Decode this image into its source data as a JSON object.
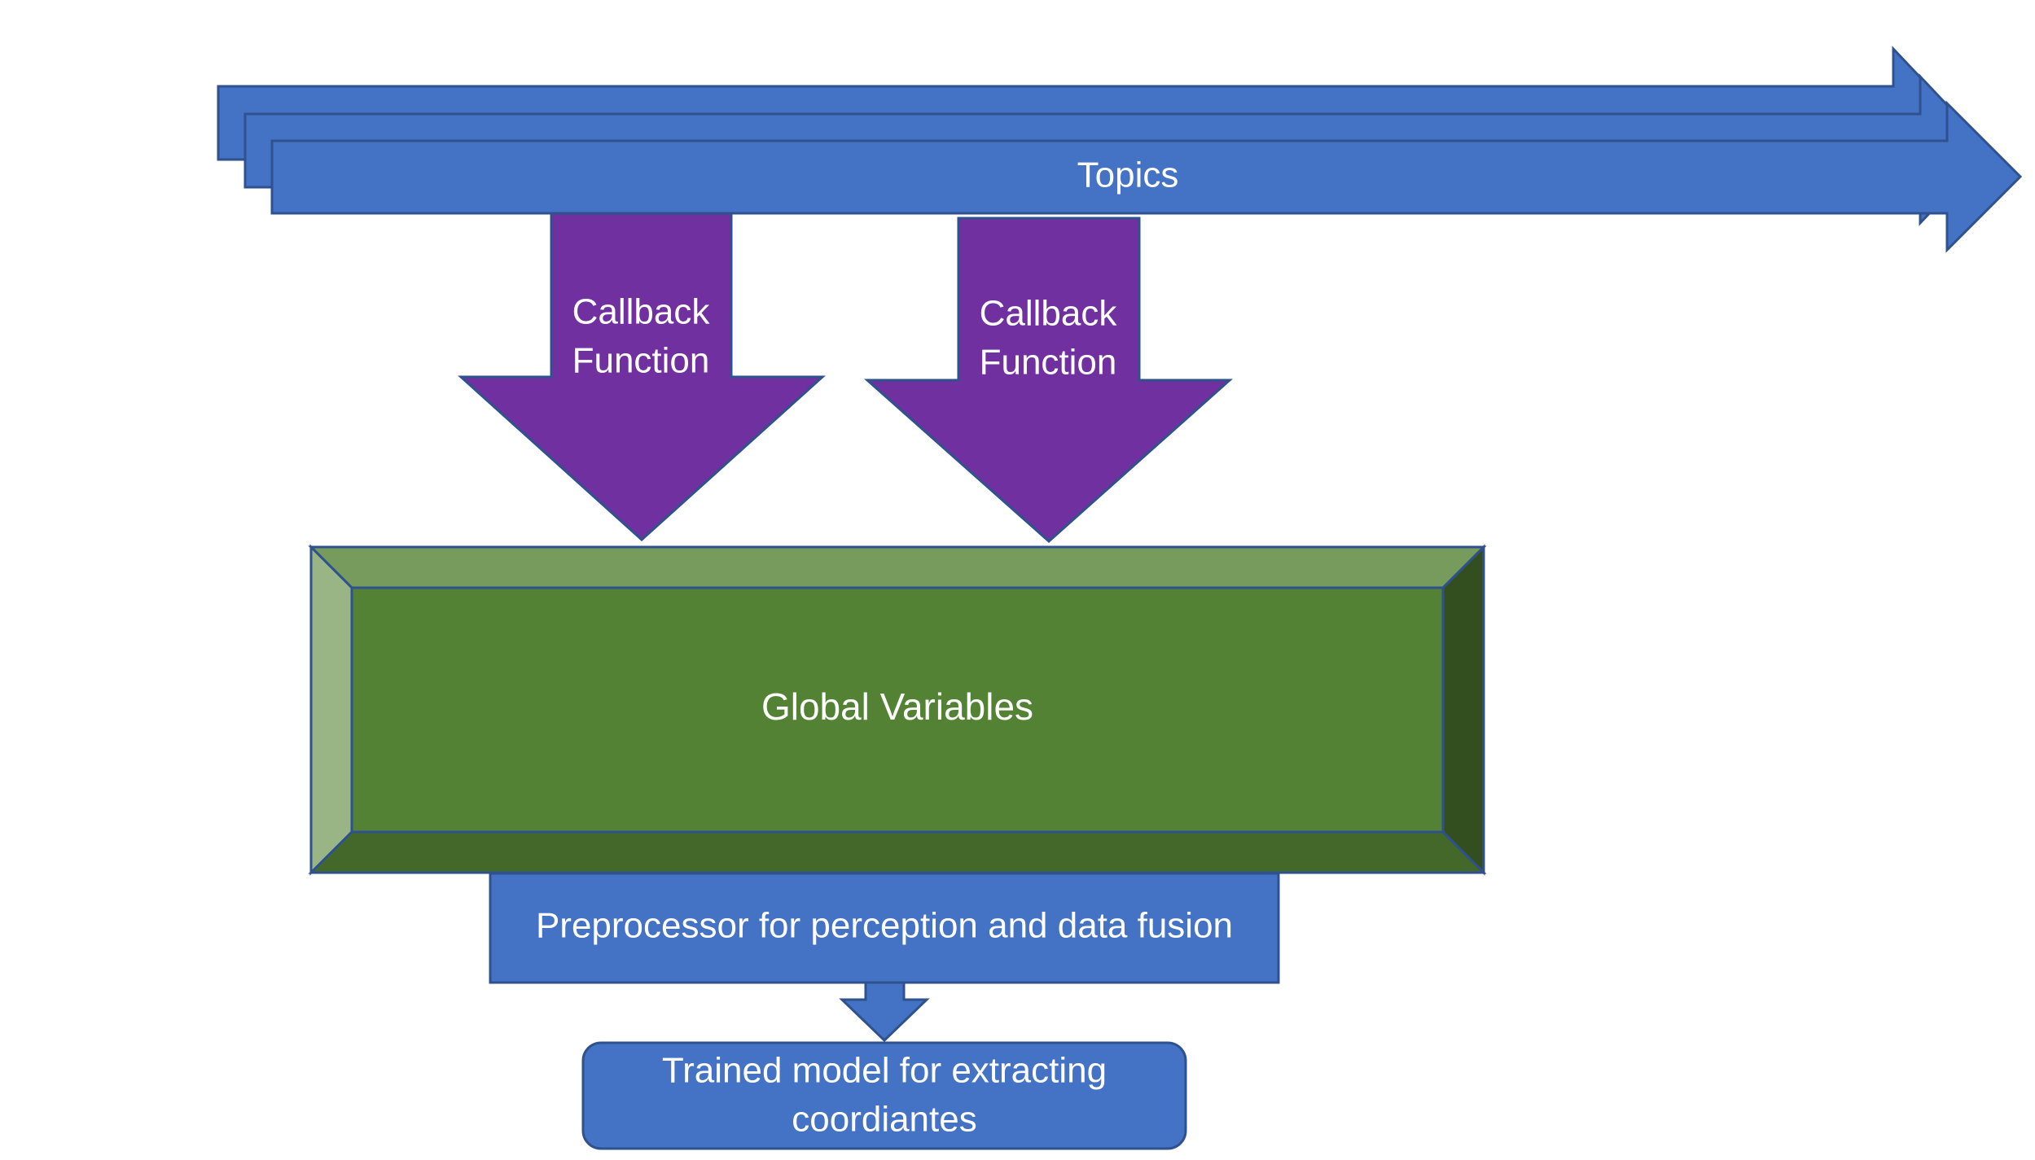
{
  "colors": {
    "blue": "#4472C4",
    "blue_border": "#2F528F",
    "purple": "#7030A0",
    "green_face": "#548235",
    "green_top": "#769B5D",
    "green_left": "#99B485",
    "green_bottom": "#43682A",
    "green_right": "#334F20"
  },
  "topics": {
    "label": "Topics"
  },
  "callbacks": [
    {
      "line1": "Callback",
      "line2": "Function"
    },
    {
      "line1": "Callback",
      "line2": "Function"
    }
  ],
  "global_vars": {
    "label": "Global Variables"
  },
  "preprocessor": {
    "label": "Preprocessor for perception and data fusion"
  },
  "model": {
    "line1": "Trained model for extracting",
    "line2": "coordiantes"
  }
}
